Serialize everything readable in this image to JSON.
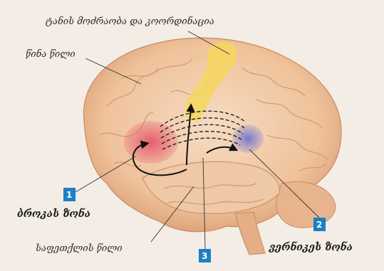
{
  "labels": {
    "motor": "ტანის მოძრაობა და კოორდინაცია",
    "frontal": "წინა წილი",
    "broca": "ბროკას ზონა",
    "temporal": "საფეთქლის წილი",
    "wernicke": "ვერნიკეს ზონა"
  },
  "markers": {
    "broca_num": "1",
    "wernicke_num": "2",
    "temporal_num": "3"
  },
  "colors": {
    "background": "#f3ede6",
    "brain": "#f0c9a4",
    "motor_area": "#f6d75e",
    "broca_area": "#e5566a",
    "wernicke_area": "#6b6fd1",
    "marker": "#1b7fc4"
  }
}
